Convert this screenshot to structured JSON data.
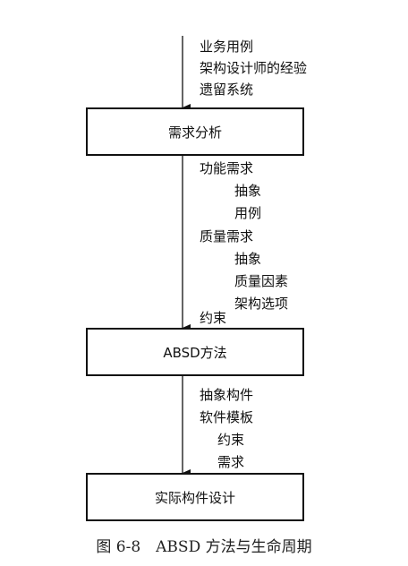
{
  "inputs_top": [
    "业务用例",
    "架构设计师的经验",
    "遗留系统"
  ],
  "box1": "需求分析",
  "outputs_1": [
    "功能需求",
    "抽象",
    "用例",
    "质量需求",
    "抽象",
    "质量因素",
    "架构选项",
    "约束"
  ],
  "box2": "ABSD方法",
  "outputs_2": [
    "抽象构件",
    "软件模板",
    "约束",
    "需求"
  ],
  "box3": "实际构件设计",
  "caption": "图 6-8　ABSD 方法与生命周期"
}
